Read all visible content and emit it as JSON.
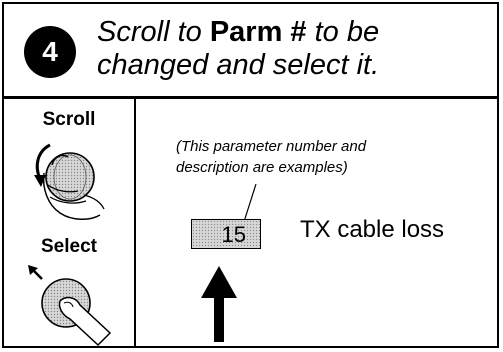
{
  "step": {
    "number": "4"
  },
  "instruction": {
    "prefix": "Scroll to ",
    "emphasis": "Parm # ",
    "suffix": " to be changed and select it."
  },
  "controls": {
    "scroll_label": "Scroll",
    "select_label": "Select"
  },
  "example_note": {
    "line1": "(This parameter number and",
    "line2": "description are examples)"
  },
  "parameter": {
    "number": "15",
    "description": "TX cable loss"
  },
  "icons": {
    "scroll": "scroll-knob-icon",
    "select": "press-knob-icon",
    "pointer": "up-arrow-icon"
  }
}
